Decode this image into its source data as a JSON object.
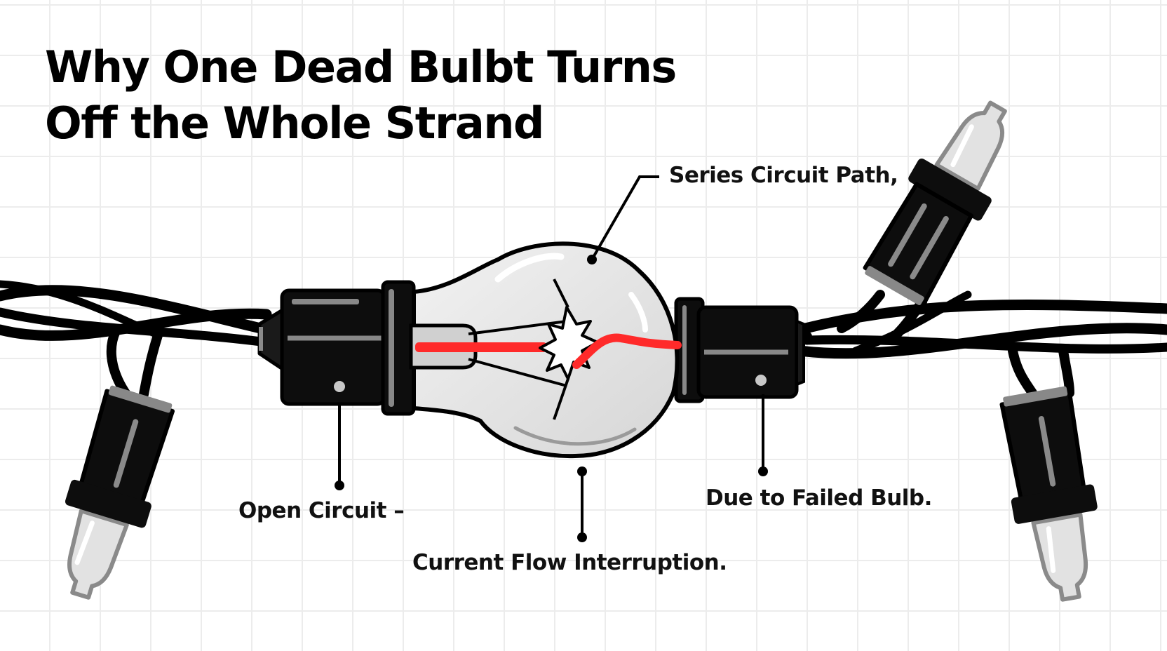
{
  "title": {
    "line1": "Why One Dead Bulbt Turns",
    "line2": "Off the Whole Strand"
  },
  "callouts": {
    "series_path": "Series Circuit Path,",
    "open_circuit": "Open Circuit –",
    "current_flow": "Current Flow Interruption.",
    "failed_bulb": "Due to Failed Bulb."
  },
  "colors": {
    "wire": "#000000",
    "socket": "#0d0d0d",
    "glass": "#e6e6e6",
    "current": "#ff2a2a",
    "grid": "#ececec"
  }
}
